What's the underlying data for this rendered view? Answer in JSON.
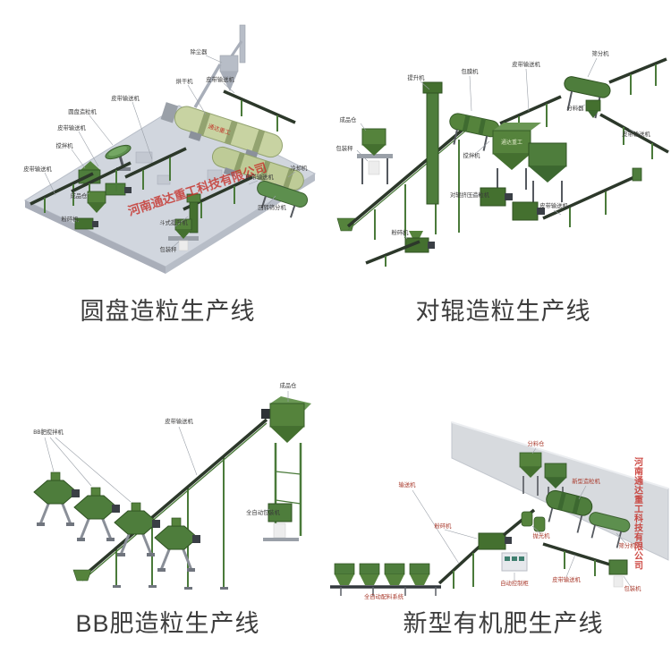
{
  "page": {
    "background": "#ffffff",
    "watermark": "河南通达重工科技有限公司",
    "brand_short": "通达重工",
    "watermark_color": "#c62f28",
    "caption_color": "#3d3d3d",
    "machine_green": "#4e7d3c"
  },
  "sections": [
    {
      "id": "disc-granulation",
      "caption": "圆盘造粒生产线",
      "labels": [
        "除尘器",
        "烘干机",
        "皮带输送机",
        "圆盘造粒机",
        "皮带输送机",
        "搅拌机",
        "皮带输送机",
        "成品仓",
        "粉碎机",
        "斗式提升机",
        "包装秤",
        "回转筛分机",
        "皮带输送机",
        "冷却机",
        "皮带输送机"
      ]
    },
    {
      "id": "roller-granulation",
      "caption": "对辊造粒生产线",
      "labels": [
        "提升机",
        "包膜机",
        "皮带输送机",
        "筛分机",
        "分料器",
        "皮带输送机",
        "成品仓",
        "包装秤",
        "搅拌机",
        "对辊挤压造粒机",
        "皮带输送机",
        "粉碎机"
      ]
    },
    {
      "id": "bb-fertilizer",
      "caption": "BB肥造粒生产线",
      "labels": [
        "BB肥搅拌机",
        "皮带输送机",
        "成品仓",
        "全自动包装机"
      ]
    },
    {
      "id": "organic-fertilizer",
      "caption": "新型有机肥生产线",
      "labels": [
        "分料仓",
        "输送机",
        "粉碎机",
        "新型造粒机",
        "抛光机",
        "筛分机",
        "皮带输送机",
        "自动控制柜",
        "包装机",
        "全自动配料系统"
      ]
    }
  ]
}
